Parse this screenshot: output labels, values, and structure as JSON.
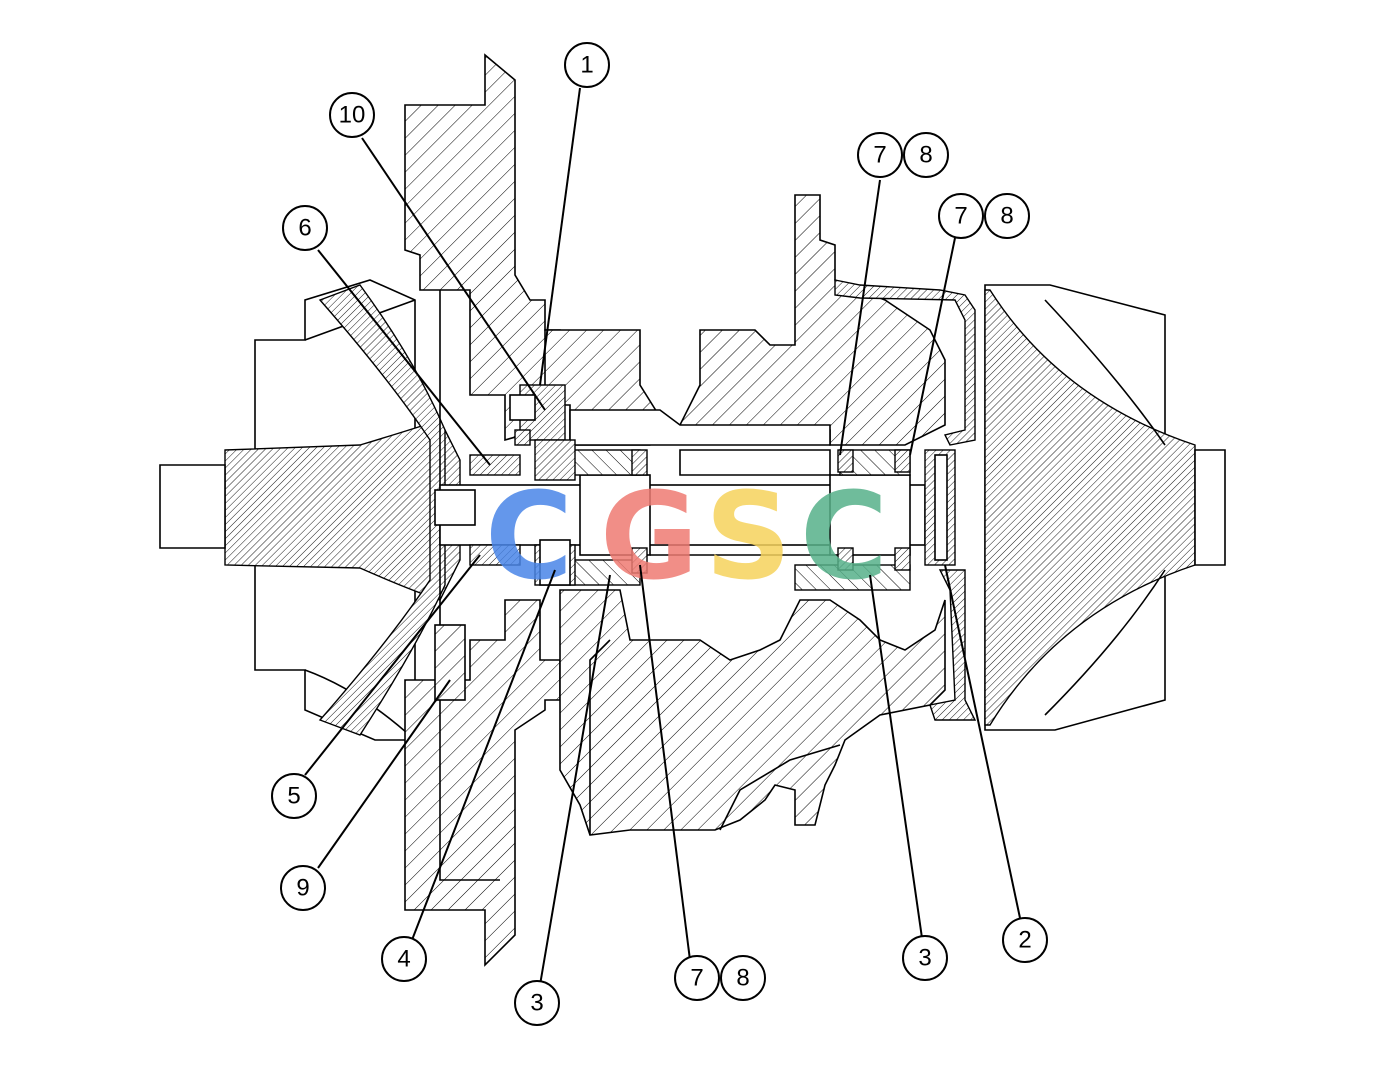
{
  "watermark": {
    "letters": [
      "C",
      "G",
      "S",
      "C"
    ],
    "colors": [
      "#4a86e8",
      "#ef7b73",
      "#f6d35c",
      "#57b18a"
    ]
  },
  "callouts": [
    {
      "id": "c1",
      "label": "1"
    },
    {
      "id": "c10",
      "label": "10"
    },
    {
      "id": "c6",
      "label": "6"
    },
    {
      "id": "c7a",
      "label": "7"
    },
    {
      "id": "c8a",
      "label": "8"
    },
    {
      "id": "c7b",
      "label": "7"
    },
    {
      "id": "c8b",
      "label": "8"
    },
    {
      "id": "c5",
      "label": "5"
    },
    {
      "id": "c9",
      "label": "9"
    },
    {
      "id": "c4",
      "label": "4"
    },
    {
      "id": "c3a",
      "label": "3"
    },
    {
      "id": "c7c",
      "label": "7"
    },
    {
      "id": "c8c",
      "label": "8"
    },
    {
      "id": "c3b",
      "label": "3"
    },
    {
      "id": "c2",
      "label": "2"
    }
  ],
  "colors": {
    "line": "#000000",
    "background": "#ffffff"
  }
}
